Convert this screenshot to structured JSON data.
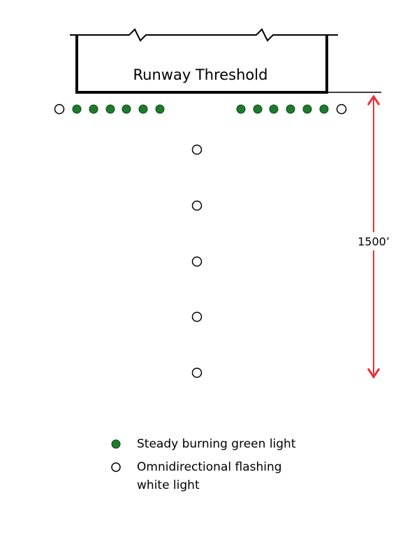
{
  "diagram": {
    "runway_label": "Runway Threshold",
    "distance_label": "1500’"
  },
  "legend": [
    {
      "key": "green",
      "text_lines": [
        "Steady burning green light"
      ]
    },
    {
      "key": "white",
      "text_lines": [
        "Omnidirectional flashing",
        "white light"
      ]
    }
  ],
  "colors": {
    "green_fill": "#1e7a2e",
    "green_stroke": "#0d4a17",
    "arrow": "#e8323c",
    "line": "#000000",
    "white_fill": "#ffffff"
  }
}
